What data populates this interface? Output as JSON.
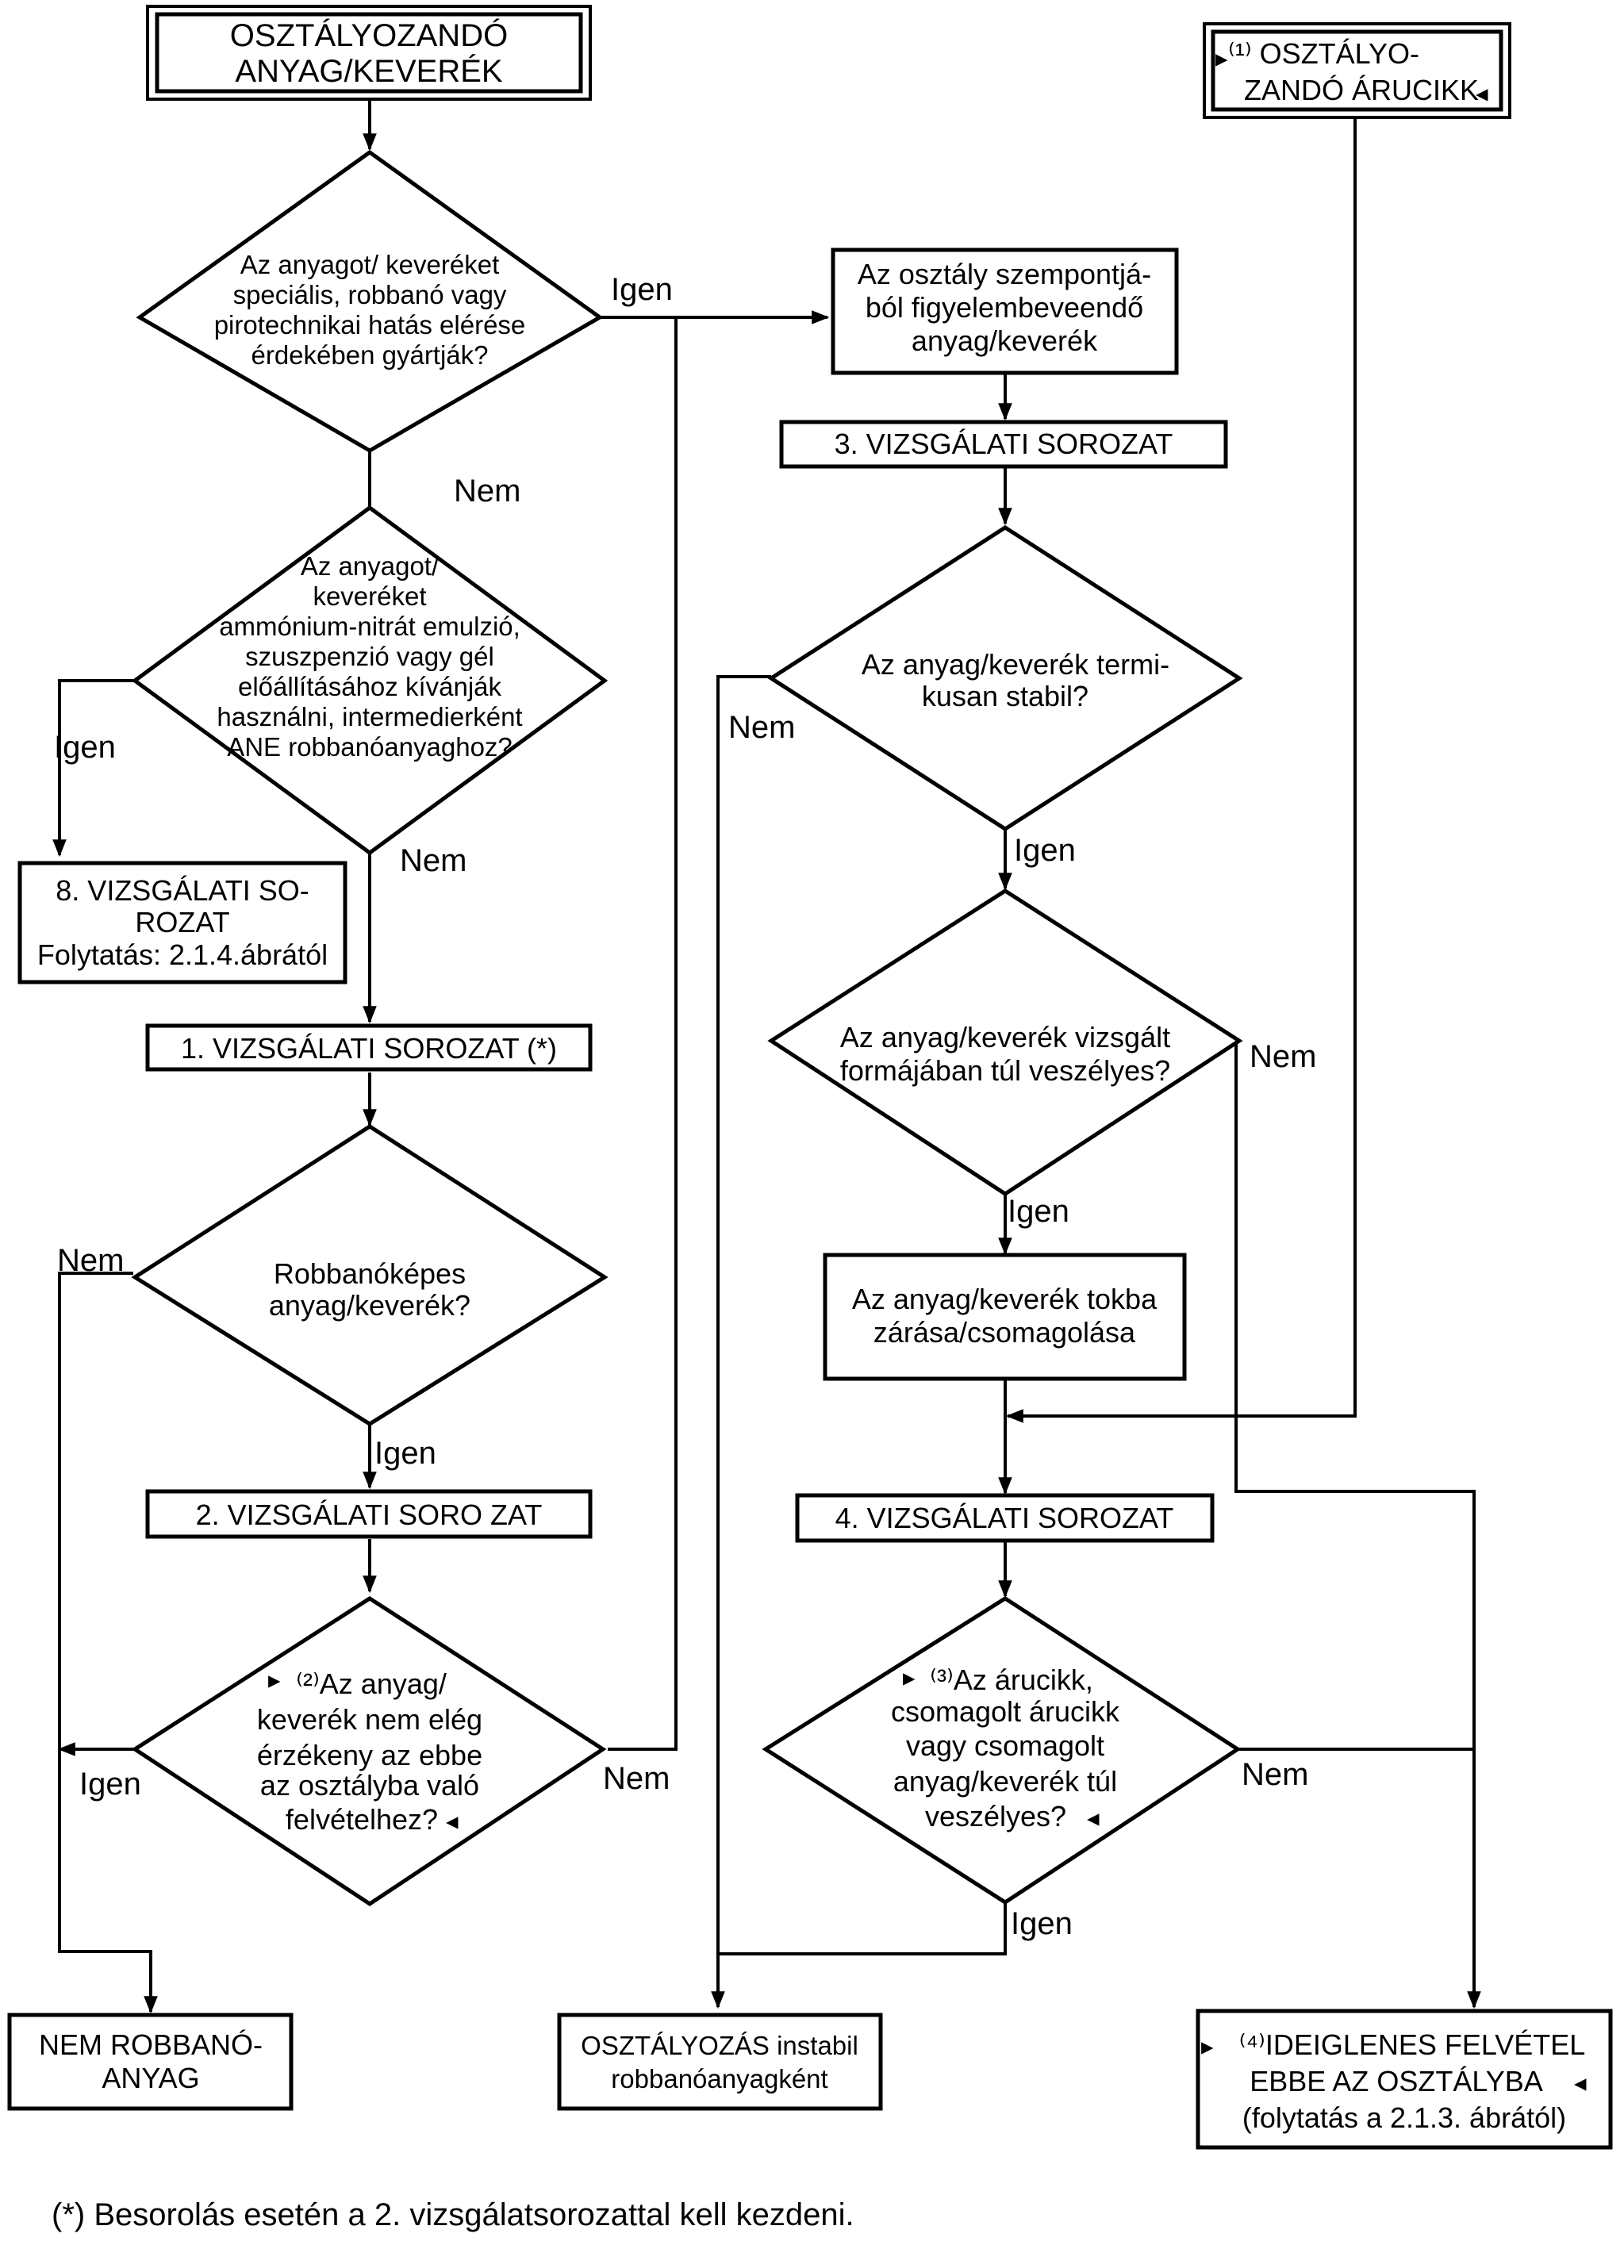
{
  "start_substance": [
    "OSZTÁLYOZANDÓ",
    "ANYAG/KEVERÉK"
  ],
  "start_article": [
    "⁽¹⁾ OSZTÁLYO-",
    "ZANDÓ ÁRUCIKK"
  ],
  "q_special": [
    "Az anyagot/ keveréket",
    "speciális, robbanó vagy",
    "pirotechnikai hatás elérése",
    "érdekében gyártják?"
  ],
  "q_ane": [
    "Az anyagot/",
    "keveréket",
    "ammónium-nitrát emulzió,",
    "szuszpenzió vagy gél",
    "előállításához kívánják",
    "használni, intermedierként",
    "ANE  robbanóanyaghoz?"
  ],
  "box_series8": [
    "8. VIZSGÁLATI SO-",
    "ROZAT",
    "Folytatás: 2.1.4.ábrától"
  ],
  "box_series1": "1. VIZSGÁLATI SOROZAT (*)",
  "q_explosive": [
    "Robbanóképes",
    "anyag/keverék?"
  ],
  "box_series2": "2. VIZSGÁLATI SORO ZAT",
  "q_insensitive": [
    "⁽²⁾Az anyag/",
    "keverék nem elég",
    "érzékeny az ebbe",
    "az osztályba való",
    "felvételhez?"
  ],
  "box_not_explosive": [
    "NEM ROBBANÓ-",
    "ANYAG"
  ],
  "box_considered": [
    "Az osztály szempontjá-",
    "ból figyelembeveendő",
    "anyag/keverék"
  ],
  "box_series3": "3. VIZSGÁLATI SOROZAT",
  "q_stable": [
    "Az anyag/keverék termi-",
    "kusan stabil?"
  ],
  "q_too_dangerous": [
    "Az anyag/keverék vizsgált",
    "formájában túl veszélyes?"
  ],
  "box_encapsulate": [
    "Az anyag/keverék tokba",
    "zárása/csomagolása"
  ],
  "box_series4": "4. VIZSGÁLATI SOROZAT",
  "q_article": [
    "⁽³⁾Az árucikk,",
    "csomagolt árucikk",
    "vagy csomagolt",
    "anyag/keverék túl",
    "veszélyes?"
  ],
  "box_unstable": [
    "OSZTÁLYOZÁS instabil",
    "robbanóanyagként"
  ],
  "box_provisional": [
    "⁽⁴⁾IDEIGLENES FELVÉTEL",
    "EBBE AZ OSZTÁLYBA",
    "(folytatás a 2.1.3. ábrától)"
  ],
  "labels": {
    "yes": "Igen",
    "no": "Nem"
  },
  "footnote": "(*)  Besorolás esetén a 2. vizsgálatsorozattal kell kezdeni."
}
